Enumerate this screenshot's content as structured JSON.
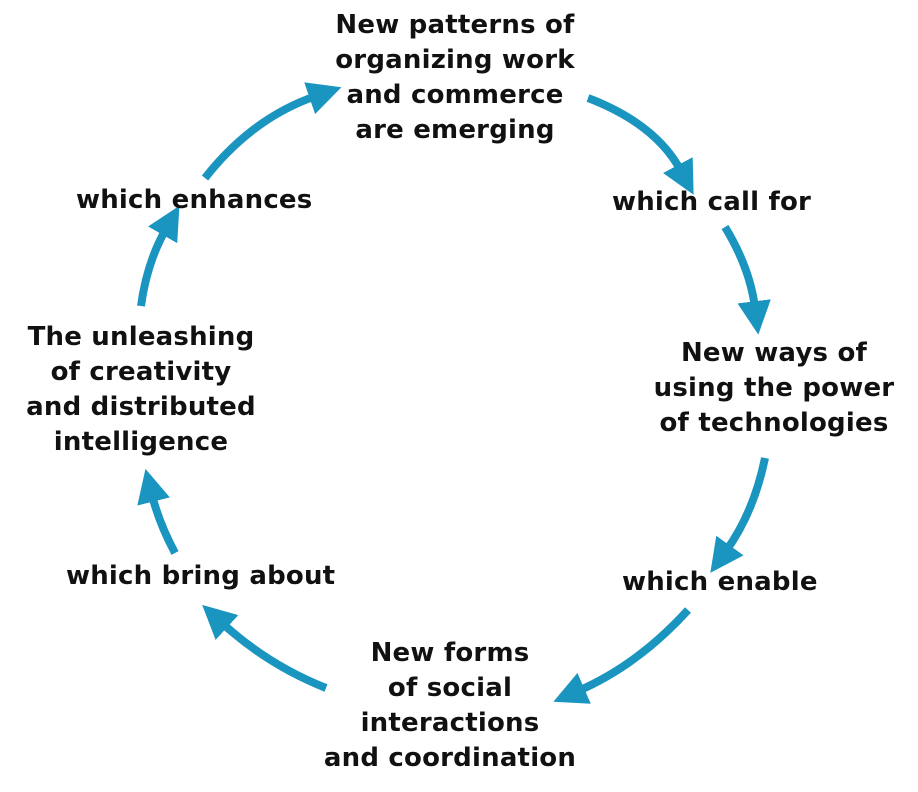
{
  "colors": {
    "arrow": "#1a95c0",
    "text": "#111111",
    "background": "#ffffff"
  },
  "nodes": {
    "patterns": "New patterns of\norganizing work\nand commerce\nare emerging",
    "technologies": "New ways of\nusing the power\nof technologies",
    "social": "New forms\nof social\ninteractions\nand coordination",
    "creativity": "The unleashing\nof creativity\nand distributed\nintelligence"
  },
  "links": {
    "call_for": "which call for",
    "enable": "which enable",
    "bring_about": "which bring about",
    "enhances": "which enhances"
  }
}
